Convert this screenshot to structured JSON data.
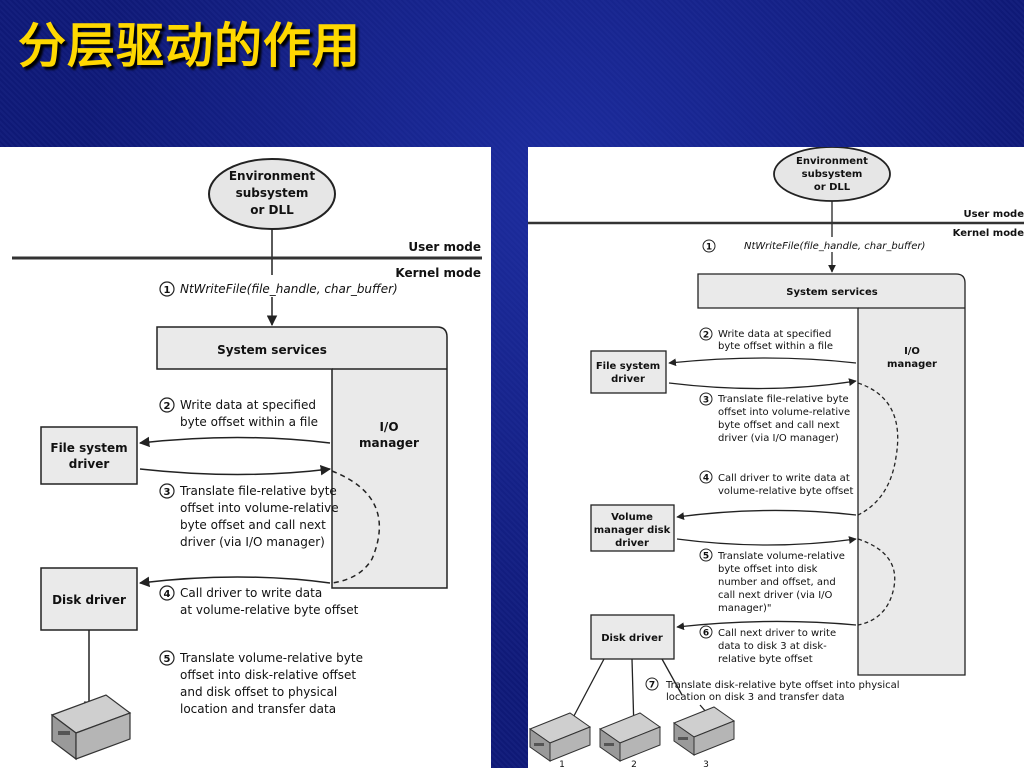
{
  "slide": {
    "title": "分层驱动的作用"
  },
  "left": {
    "env": [
      "Environment",
      "subsystem",
      "or DLL"
    ],
    "user_mode": "User mode",
    "kernel_mode": "Kernel mode",
    "system_services": "System services",
    "io_manager": [
      "I/O",
      "manager"
    ],
    "file_system_driver": [
      "File system",
      "driver"
    ],
    "disk_driver": "Disk driver",
    "steps": [
      {
        "num": "1",
        "lines": [
          "NtWriteFile(file_handle, char_buffer)"
        ]
      },
      {
        "num": "2",
        "lines": [
          "Write data at specified",
          "byte offset within a file"
        ]
      },
      {
        "num": "3",
        "lines": [
          "Translate file-relative byte",
          "offset into volume-relative",
          "byte offset and call next",
          "driver (via I/O manager)"
        ]
      },
      {
        "num": "4",
        "lines": [
          "Call driver to write data",
          "at volume-relative byte offset"
        ]
      },
      {
        "num": "5",
        "lines": [
          "Translate volume-relative byte",
          "offset into disk-relative offset",
          "and disk offset to physical",
          "location and transfer data"
        ]
      }
    ]
  },
  "right": {
    "env": [
      "Environment",
      "subsystem",
      "or DLL"
    ],
    "user_mode": "User mode",
    "kernel_mode": "Kernel mode",
    "system_services": "System services",
    "io_manager": [
      "I/O",
      "manager"
    ],
    "file_system_driver": [
      "File system",
      "driver"
    ],
    "volume_manager_driver": [
      "Volume",
      "manager disk",
      "driver"
    ],
    "disk_driver": "Disk driver",
    "disk_labels": [
      "1",
      "2",
      "3"
    ],
    "steps": [
      {
        "num": "1",
        "lines": [
          "NtWriteFile(file_handle, char_buffer)"
        ]
      },
      {
        "num": "2",
        "lines": [
          "Write data at specified",
          "byte offset within a file"
        ]
      },
      {
        "num": "3",
        "lines": [
          "Translate file-relative byte",
          "offset into volume-relative",
          "byte offset and call next",
          "driver (via I/O manager)"
        ]
      },
      {
        "num": "4",
        "lines": [
          "Call driver to write data at",
          "volume-relative byte offset"
        ]
      },
      {
        "num": "5",
        "lines": [
          "Translate volume-relative",
          "byte offset into disk",
          "number and offset, and",
          "call next driver (via I/O",
          "manager)\""
        ]
      },
      {
        "num": "6",
        "lines": [
          "Call next driver to write",
          "data to disk 3 at disk-",
          "relative byte offset"
        ]
      },
      {
        "num": "7",
        "lines": [
          "Translate disk-relative byte offset into physical",
          "location on disk 3 and transfer data"
        ]
      }
    ]
  }
}
